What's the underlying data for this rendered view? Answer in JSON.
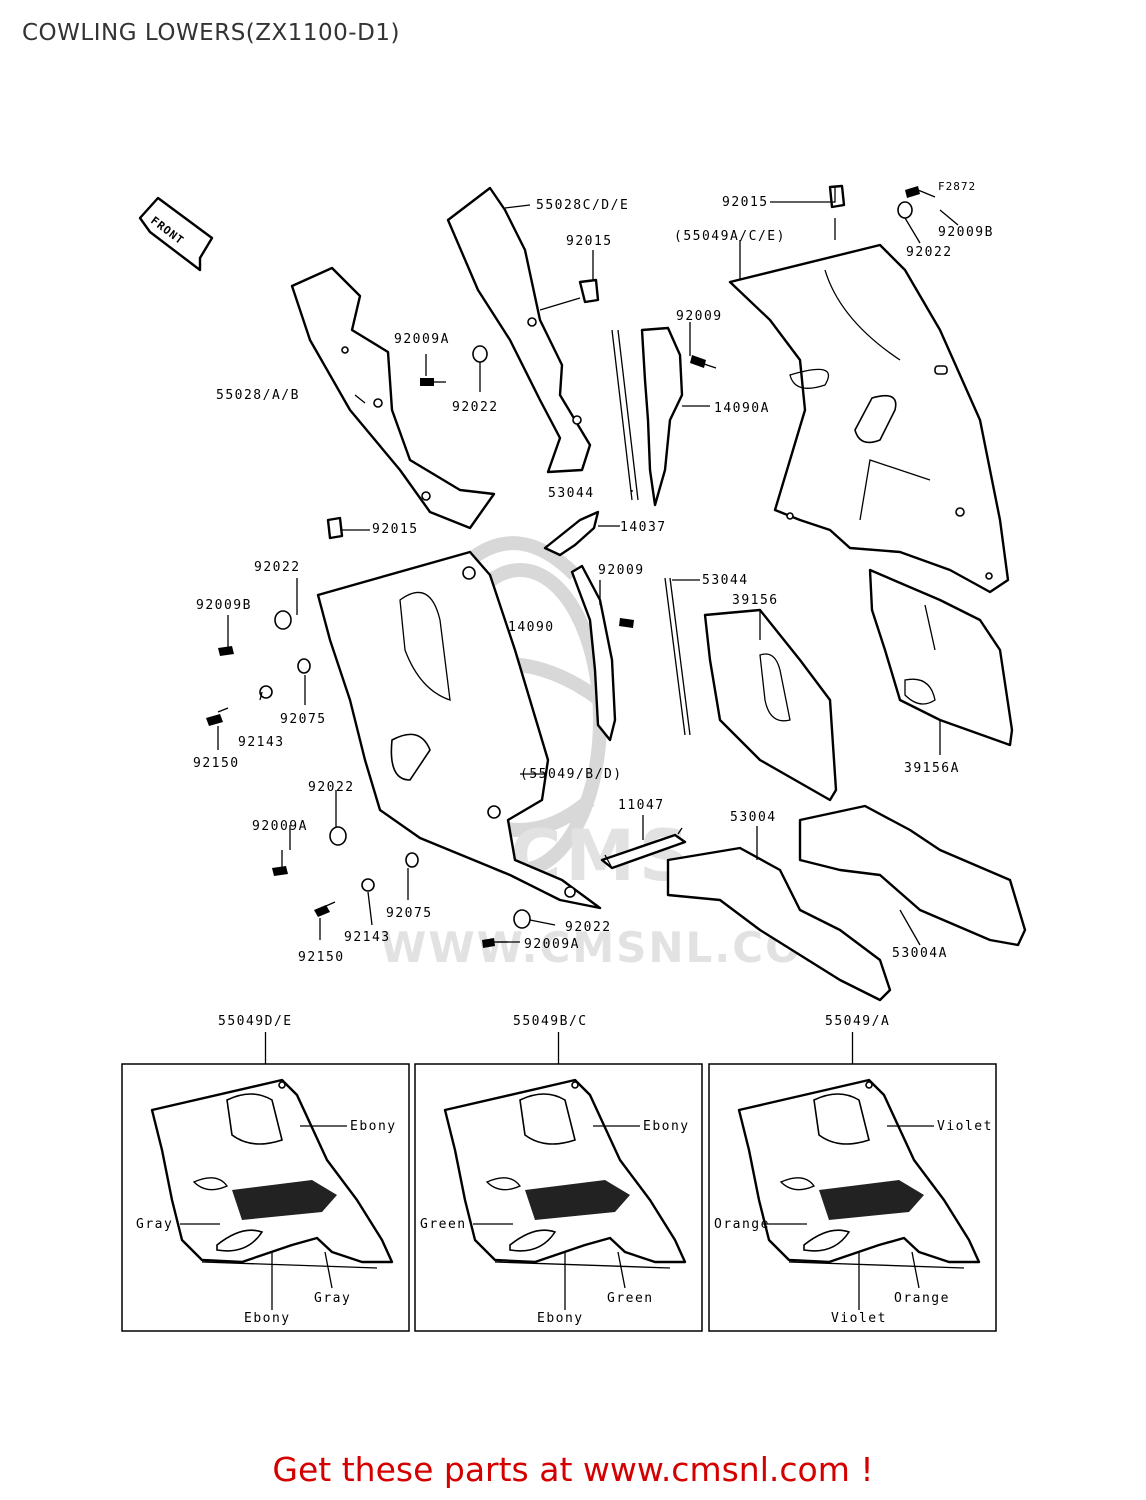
{
  "title": "COWLING LOWERS(ZX1100-D1)",
  "figure_code": "F2872",
  "front_label": "FRONT",
  "watermark": {
    "brand": "CMS",
    "url": "WWW.CMSNL.COM"
  },
  "callouts": {
    "p55028CDE": "55028C/D/E",
    "p92015a": "92015",
    "p92015b": "92015",
    "p92015c": "92015",
    "p55049ACE": "(55049A/C/E)",
    "p92009B_tr": "92009B",
    "p92022_tr": "92022",
    "p92009_tr": "92009",
    "p14090A": "14090A",
    "p92009A_a": "92009A",
    "p55028AB": "55028/A/B",
    "p92022_a": "92022",
    "p53044_a": "53044",
    "p14037": "14037",
    "p92022_b": "92022",
    "p92009_b": "92009",
    "p53044_b": "53044",
    "p39156": "39156",
    "p92009B_l": "92009B",
    "p14090": "14090",
    "p92143_a": "92143",
    "p92075_a": "92075",
    "p92150_a": "92150",
    "p39156A": "39156A",
    "p55049BD": "(55049/B/D)",
    "p92022_c": "92022",
    "p11047": "11047",
    "p53004": "53004",
    "p92009A_b": "92009A",
    "p92075_b": "92075",
    "p92143_b": "92143",
    "p92022_d": "92022",
    "p92150_b": "92150",
    "p92009A_c": "92009A",
    "p53004A": "53004A"
  },
  "variants": [
    {
      "part": "55049D/E",
      "upper": "Ebony",
      "side": "Gray",
      "lower_right": "Gray",
      "bottom": "Ebony"
    },
    {
      "part": "55049B/C",
      "upper": "Ebony",
      "side": "Green",
      "lower_right": "Green",
      "bottom": "Ebony"
    },
    {
      "part": "55049/A",
      "upper": "Violet",
      "side": "Orange",
      "lower_right": "Orange",
      "bottom": "Violet"
    }
  ],
  "cta": "Get these parts at www.cmsnl.com !"
}
